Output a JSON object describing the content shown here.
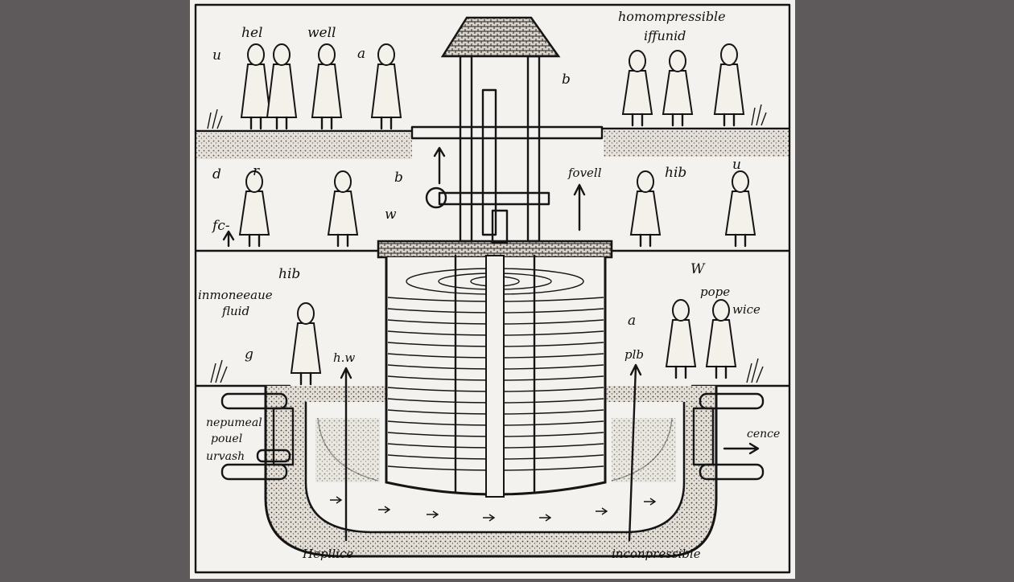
{
  "labels": {
    "top_left_1": "u",
    "top_left_2": "hel",
    "top_left_3": "well",
    "top_left_4": "a",
    "top_center_b": "b",
    "top_right_title_1": "homompressible",
    "top_right_title_2": "iffunid",
    "mid_left_d": "d",
    "mid_left_r": "r",
    "mid_left_fc": "fc-",
    "mid_center_b": "b",
    "mid_w": "w",
    "mid_fovell": "fovell",
    "mid_hib_right": "hib",
    "mid_u_right": "u",
    "lower_hib": "hib",
    "lower_W": "W",
    "lower_left_fluid_1": "inmoneeaue",
    "lower_left_fluid_2": "fluid",
    "lower_pope": "pope",
    "lower_wice": "wice",
    "lower_a": "a",
    "lower_g": "g",
    "lower_hw": "h.w",
    "lower_plb": "plb",
    "base_left_1": "nepumeal",
    "base_left_2": "pouel",
    "base_left_3": "urvash",
    "base_right_cence": "cence",
    "base_bottom_left": "Hepllice",
    "base_bottom_right": "inconpressible"
  },
  "colors": {
    "background": "#5e5a5b",
    "paper": "#f4f2ee",
    "ink": "#151515",
    "ground": "#cfcac2"
  }
}
